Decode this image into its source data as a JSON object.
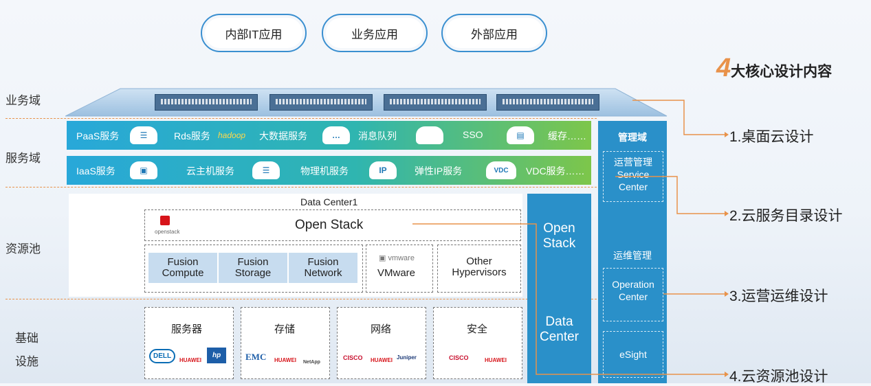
{
  "top_apps": [
    "内部IT应用",
    "业务应用",
    "外部应用"
  ],
  "headline": {
    "number": "4",
    "text": "大核心设计内容"
  },
  "zones": [
    "业务域",
    "服务域",
    "资源池",
    "基础",
    "设施"
  ],
  "paas_row": {
    "items": [
      {
        "label": "PaaS服务"
      },
      {
        "label": "Rds服务"
      },
      {
        "label": "大数据服务"
      },
      {
        "label": "消息队列"
      },
      {
        "label": "SSO"
      },
      {
        "label": "缓存……"
      }
    ],
    "hadoop": "hadoop"
  },
  "iaas_row": {
    "items": [
      {
        "label": "IaaS服务"
      },
      {
        "label": "云主机服务"
      },
      {
        "label": "物理机服务"
      },
      {
        "label": "弹性IP服务"
      },
      {
        "label": "VDC服务……"
      }
    ],
    "icons": {
      "ip": "IP",
      "vdc": "VDC"
    }
  },
  "resource_pool": {
    "title": "Data Center1",
    "openstack_logo": "openstack",
    "openstack": "Open Stack",
    "fusion": [
      {
        "l1": "Fusion",
        "l2": "Compute"
      },
      {
        "l1": "Fusion",
        "l2": "Storage"
      },
      {
        "l1": "Fusion",
        "l2": "Network"
      }
    ],
    "vmware_logo": "vmware",
    "vmware": "VMware",
    "other": {
      "l1": "Other",
      "l2": "Hypervisors"
    }
  },
  "infra": [
    {
      "title": "服务器",
      "logos": [
        "DELL",
        "HUAWEI",
        "hp"
      ]
    },
    {
      "title": "存储",
      "logos": [
        "EMC",
        "HUAWEI",
        "NetApp"
      ]
    },
    {
      "title": "网络",
      "logos": [
        "CISCO",
        "HUAWEI",
        "Juniper"
      ]
    },
    {
      "title": "安全",
      "logos": [
        "CISCO",
        "HUAWEI"
      ]
    }
  ],
  "dc_panel": {
    "openstack_l1": "Open",
    "openstack_l2": "Stack",
    "dc_l1": "Data",
    "dc_l2": "Center"
  },
  "mgmt_panel": {
    "title": "管理域",
    "service_center": {
      "l1": "运营管理",
      "l2": "Service",
      "l3": "Center"
    },
    "ops": "运维管理",
    "operation_center": {
      "l1": "Operation",
      "l2": "Center"
    },
    "esight": "eSight"
  },
  "design_items": [
    "1.桌面云设计",
    "2.云服务目录设计",
    "3.运营运维设计",
    "4.云资源池设计"
  ],
  "colors": {
    "accent_orange": "#e8924a",
    "panel_blue": "#2a90c9",
    "fusion_blue": "#c7dcef",
    "huawei_red": "#d7141a"
  }
}
